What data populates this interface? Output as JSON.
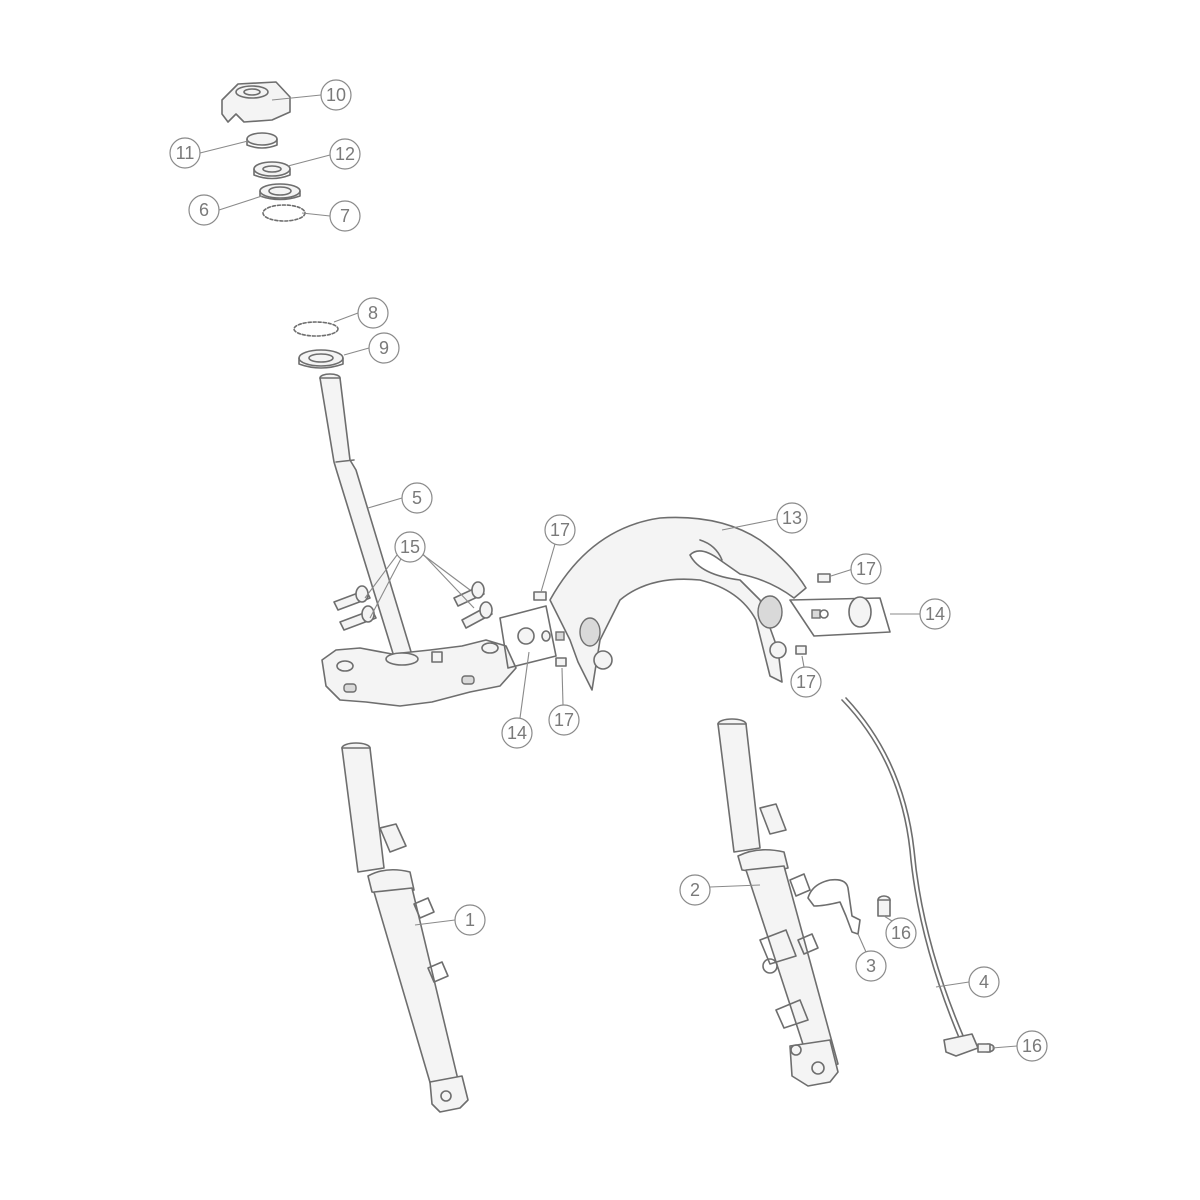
{
  "callouts": [
    {
      "id": "c10",
      "label": "10"
    },
    {
      "id": "c11",
      "label": "11"
    },
    {
      "id": "c12",
      "label": "12"
    },
    {
      "id": "c6",
      "label": "6"
    },
    {
      "id": "c7",
      "label": "7"
    },
    {
      "id": "c8",
      "label": "8"
    },
    {
      "id": "c9",
      "label": "9"
    },
    {
      "id": "c5",
      "label": "5"
    },
    {
      "id": "c15",
      "label": "15"
    },
    {
      "id": "c17a",
      "label": "17"
    },
    {
      "id": "c13",
      "label": "13"
    },
    {
      "id": "c17b",
      "label": "17"
    },
    {
      "id": "c14a",
      "label": "14"
    },
    {
      "id": "c17c",
      "label": "17"
    },
    {
      "id": "c14b",
      "label": "14"
    },
    {
      "id": "c17d",
      "label": "17"
    },
    {
      "id": "c1",
      "label": "1"
    },
    {
      "id": "c2",
      "label": "2"
    },
    {
      "id": "c16a",
      "label": "16"
    },
    {
      "id": "c3",
      "label": "3"
    },
    {
      "id": "c4",
      "label": "4"
    },
    {
      "id": "c16b",
      "label": "16"
    }
  ]
}
